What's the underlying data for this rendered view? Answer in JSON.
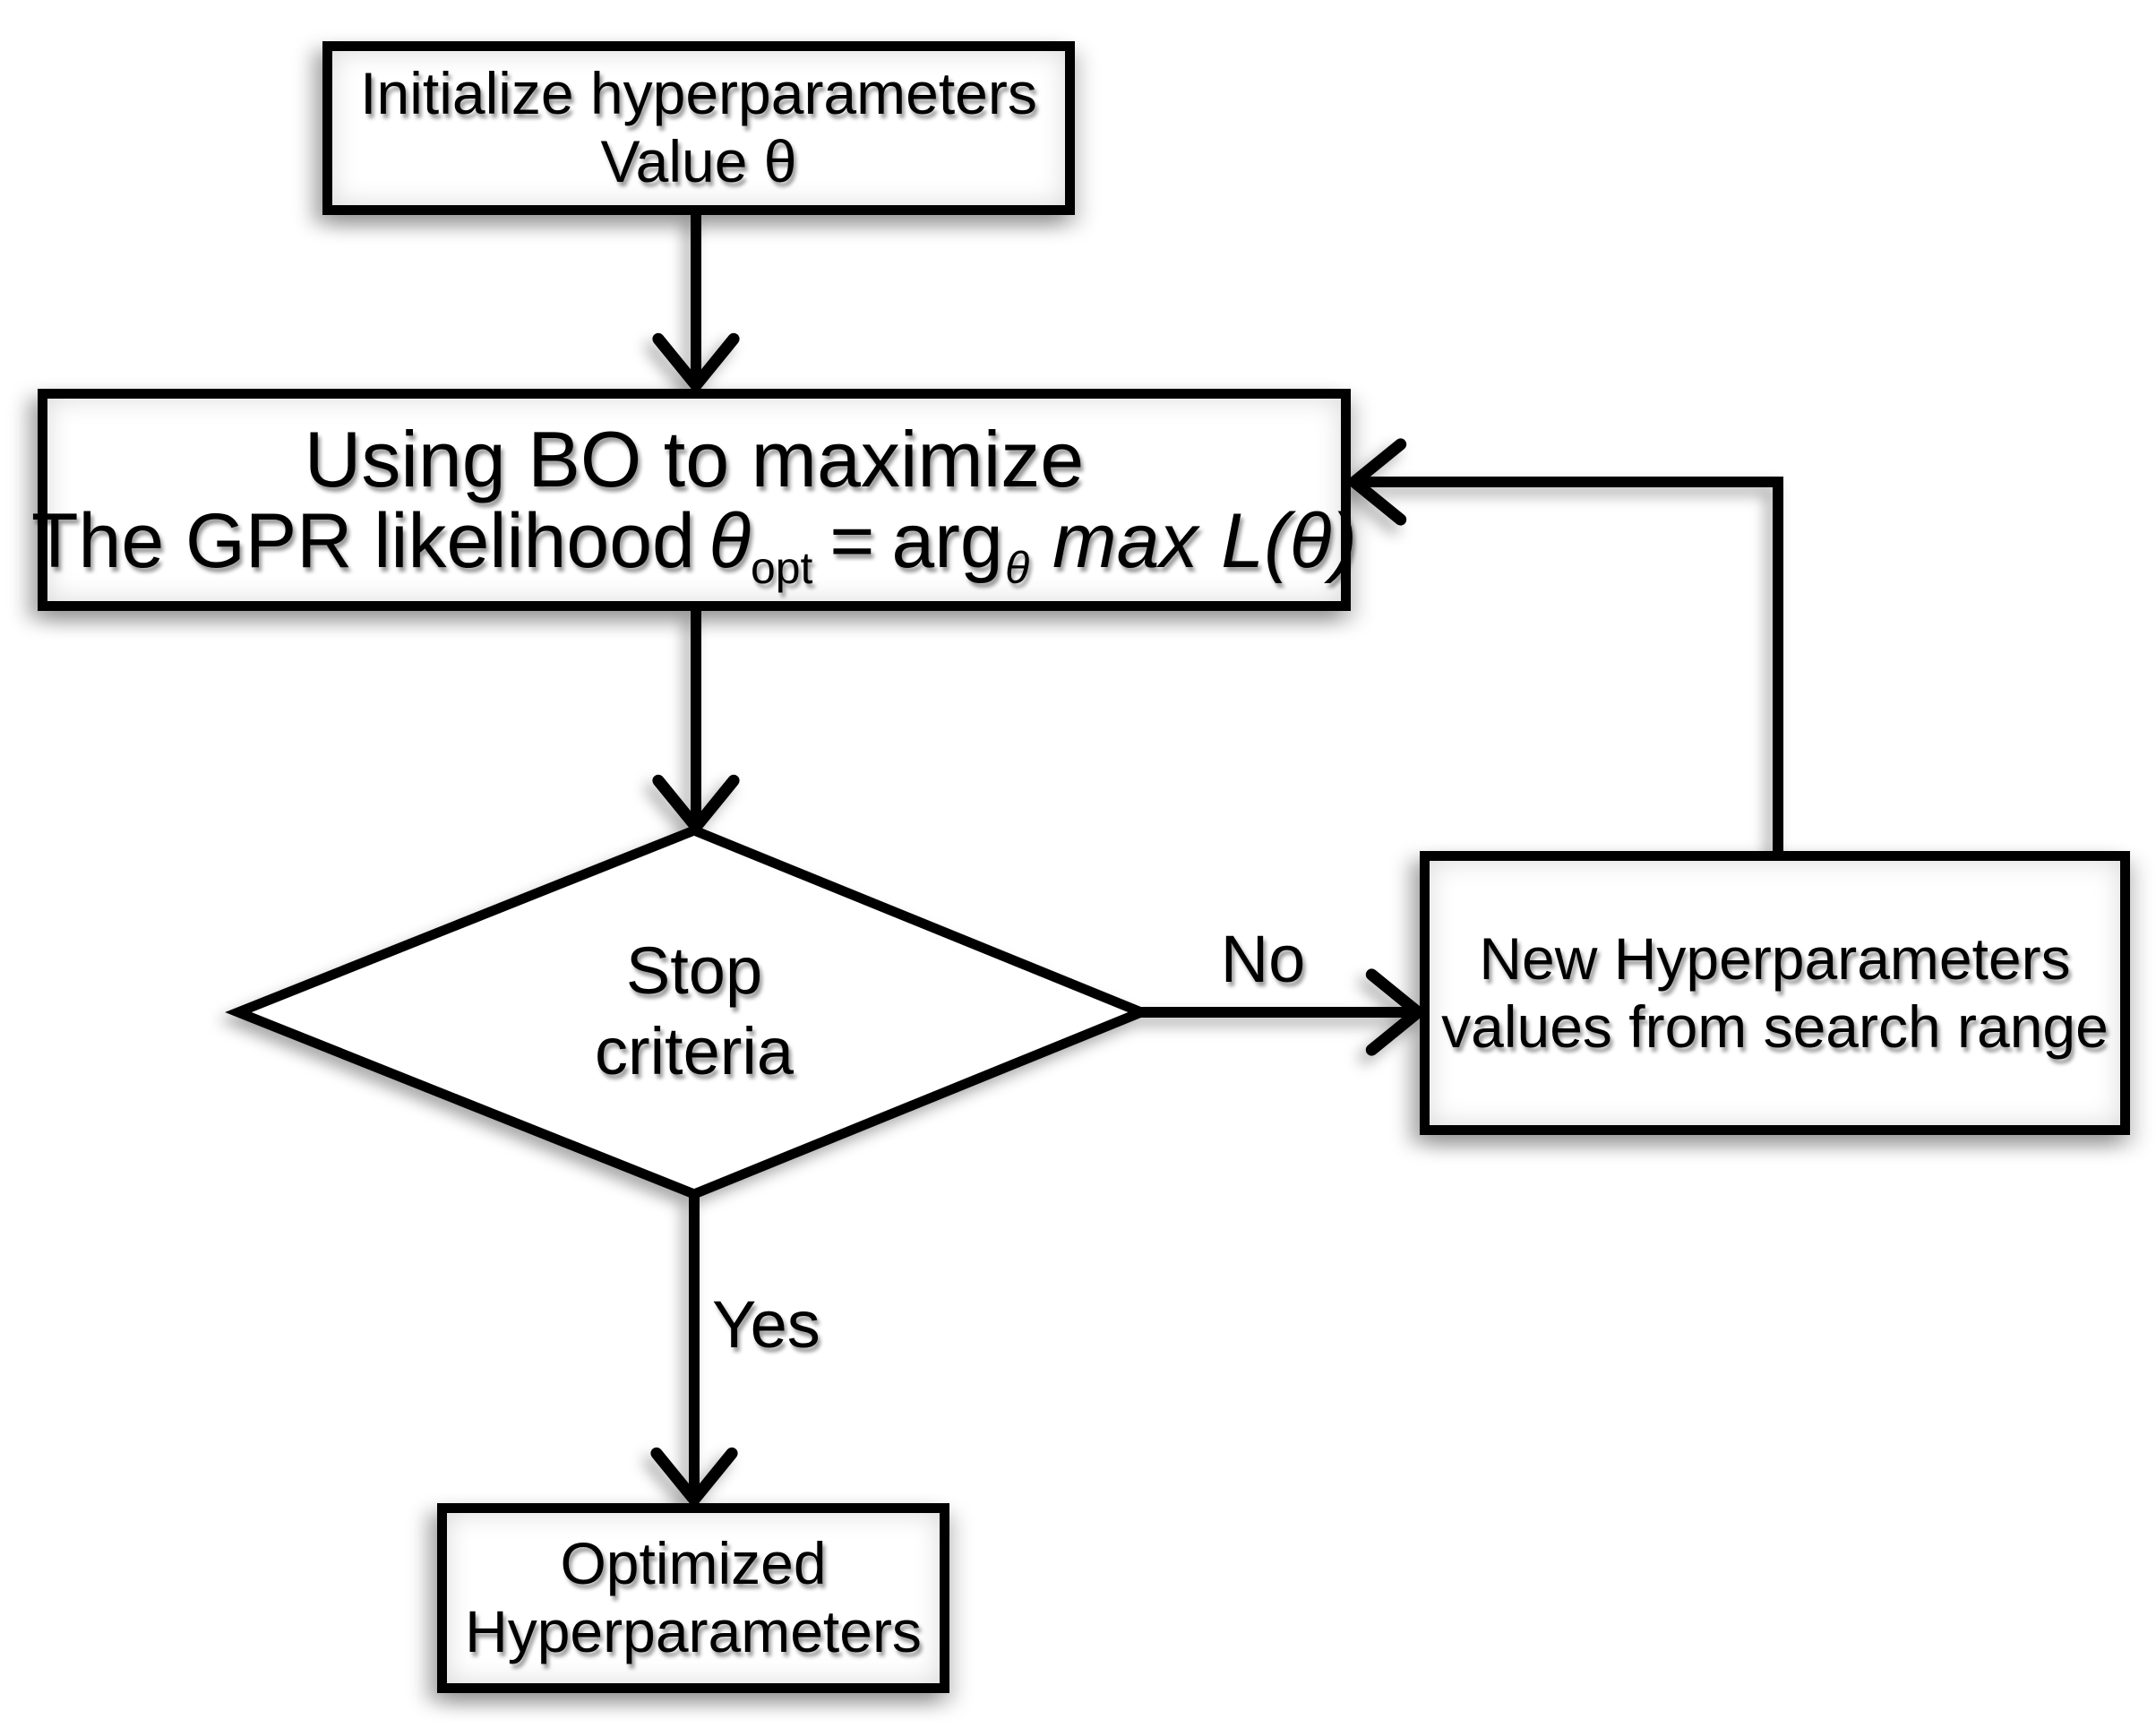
{
  "diagram": {
    "boxes": {
      "init": {
        "line1": "Initialize hyperparameters",
        "line2": "Value θ"
      },
      "bo": {
        "line1": "Using BO to maximize",
        "formula": {
          "prefix": "The GPR likelihood",
          "theta": "θ",
          "theta_sub": "opt",
          "equals": "=",
          "arg": "arg",
          "arg_sub": "θ",
          "max": "max",
          "likelihood": "L(θ)"
        }
      },
      "decision": {
        "line1": "Stop",
        "line2": "criteria"
      },
      "new_values": {
        "line1": "New Hyperparameters",
        "line2": "values from search range"
      },
      "result": {
        "line1": "Optimized",
        "line2": "Hyperparameters"
      }
    },
    "labels": {
      "no": "No",
      "yes": "Yes"
    },
    "colors": {
      "ink": "#000000",
      "background": "#ffffff"
    }
  }
}
